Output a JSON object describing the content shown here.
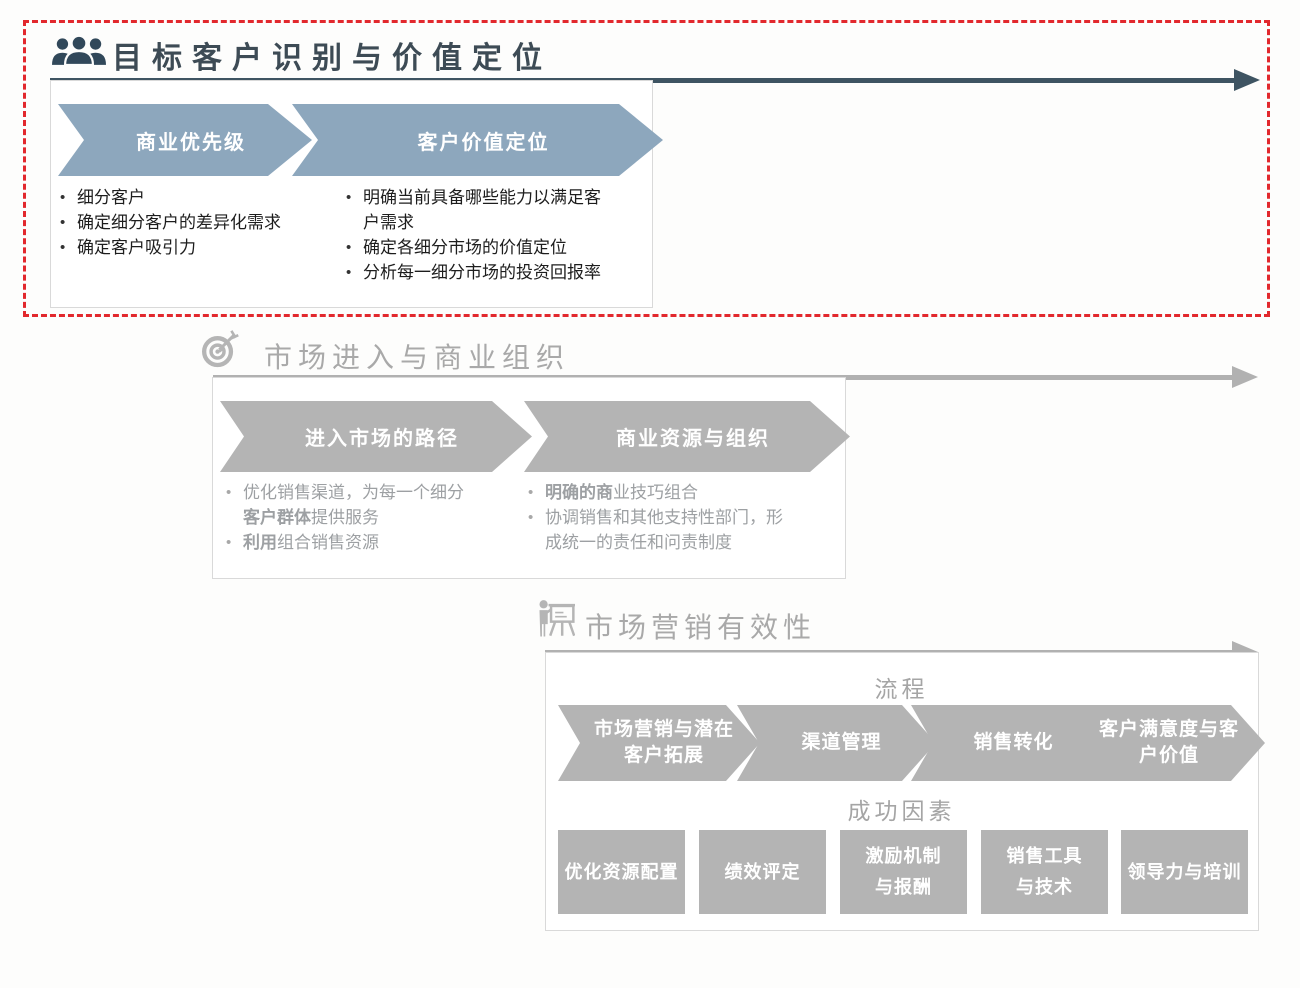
{
  "glyphs": {
    "bullet": "•"
  },
  "colors": {
    "accent_dark": "#3e5462",
    "title_dark": "#3d4b55",
    "chevron_blue": "#8da7bd",
    "disabled_gray": "#b4b4b4",
    "gray_text": "#a9a9a9",
    "highlight_red": "#e2282d"
  },
  "sections": [
    {
      "title": "目标客户识别与价值定位",
      "icon": "people-icon",
      "state": "active-highlighted",
      "steps": [
        {
          "label_lines": [
            "商业优先级"
          ],
          "bullets": [
            [
              "细分客户"
            ],
            [
              "确定细分客户的差异化需求"
            ],
            [
              "确定客户吸引力"
            ]
          ]
        },
        {
          "label_lines": [
            "客户价值定位"
          ],
          "bullets": [
            [
              "明确当前具备哪些能力以满足客",
              "户需求"
            ],
            [
              "确定各细分市场的价值定位"
            ],
            [
              "分析每一细分市场的投资回报率"
            ]
          ]
        }
      ]
    },
    {
      "title": "市场进入与商业组织",
      "icon": "target-icon",
      "state": "inactive",
      "steps": [
        {
          "label_lines": [
            "进入市场的路径"
          ],
          "bullets": [
            [
              "优化销售渠道，为每一个细分",
              [
                {
                  "t": "客户群体",
                  "b": true
                },
                {
                  "t": "提供服务"
                }
              ]
            ],
            [
              [
                {
                  "t": "利用",
                  "b": true
                },
                {
                  "t": "组合销售资源"
                }
              ]
            ]
          ]
        },
        {
          "label_lines": [
            "商业资源与组织"
          ],
          "bullets": [
            [
              [
                {
                  "t": "明确的商",
                  "b": true
                },
                {
                  "t": "业技巧组合"
                }
              ]
            ],
            [
              "协调销售和其他支持性部门，形",
              "成统一的责任和问责制度"
            ]
          ]
        }
      ]
    },
    {
      "title": "市场营销有效性",
      "icon": "presenter-icon",
      "state": "inactive",
      "process_label": "流程",
      "process_steps": [
        {
          "label_lines": [
            "市场营销与潜在",
            "客户拓展"
          ]
        },
        {
          "label_lines": [
            "渠道管理"
          ]
        },
        {
          "label_lines": [
            "销售转化"
          ]
        },
        {
          "label_lines": [
            "客户满意度与客",
            "户价值"
          ]
        }
      ],
      "success_label": "成功因素",
      "success_factors": [
        {
          "label_lines": [
            "优化资源配置"
          ]
        },
        {
          "label_lines": [
            "绩效评定"
          ]
        },
        {
          "label_lines": [
            "激励机制",
            "与报酬"
          ]
        },
        {
          "label_lines": [
            "销售工具",
            "与技术"
          ]
        },
        {
          "label_lines": [
            "领导力与培训"
          ]
        }
      ]
    }
  ]
}
